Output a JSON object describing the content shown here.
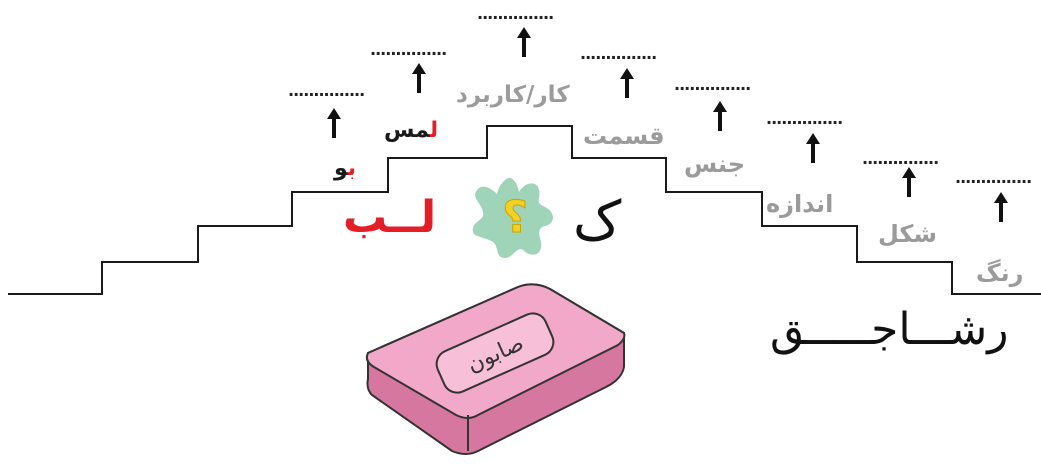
{
  "lab_word": "لــب",
  "words": {
    "left": "ک",
    "right": "رشـــاجـــــق"
  },
  "steps": [
    {
      "id": "bu",
      "text_red": "ب",
      "text_rest": "و",
      "dots": "..............."
    },
    {
      "id": "lams",
      "text_red": "ل",
      "text_rest": "مس",
      "dots": "..............."
    },
    {
      "id": "kar",
      "label": "کار/کاربرد",
      "dots": "..............."
    },
    {
      "id": "qesmat",
      "label": "قسمت",
      "dots": "..............."
    },
    {
      "id": "jens",
      "label": "جنس",
      "dots": "..............."
    },
    {
      "id": "andaze",
      "label": "اندازه",
      "dots": "..............."
    },
    {
      "id": "shekl",
      "label": "شکل",
      "dots": "..............."
    },
    {
      "id": "rang",
      "label": "رنگ",
      "dots": "..............."
    }
  ],
  "blob": {
    "symbol": "؟"
  },
  "soap": {
    "label": "صابون"
  },
  "colors": {
    "red": "#e41e26",
    "gray": "#9b9b9b",
    "blob_fill": "#9fd4b8",
    "question_fill": "#f2d024",
    "soap_top": "#f2a8c8",
    "soap_side": "#d6779f"
  }
}
